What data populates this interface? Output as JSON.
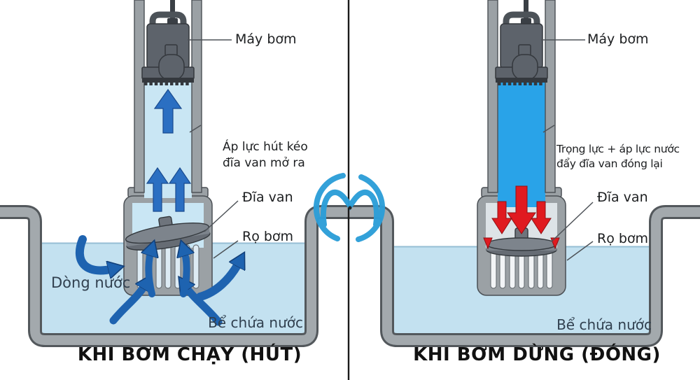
{
  "title": "Submersible pump check-valve operation diagram",
  "colors": {
    "water_light": "#c3e1f0",
    "pipe_water_running": "#c9e6f4",
    "pipe_water_stopped": "#29a3e8",
    "flow_arrow_blue": "#1e63b0",
    "pipe_arrow_blue": "#2b6fc2",
    "force_arrow_red": "#e01a20",
    "wall_gray": "#a3a9ad",
    "wall_outline": "#53585c",
    "pump_body_gray": "#5d636b",
    "valve_disc_gray": "#7d848c",
    "divider_black": "#1a1a1a",
    "logo_blue": "#2d9ed8",
    "label_text": "#1c1e20",
    "water_label_text": "#31404f"
  },
  "left": {
    "caption": "KHI BƠM CHẠY (HÚT)",
    "labels": {
      "pump": "Máy bơm",
      "note_line1": "Áp lực hút kéo",
      "note_line2": "đĩa van mở ra",
      "valve_disc": "Đĩa van",
      "strainer": "Rọ bơm",
      "flow": "Dòng nước",
      "tank": "Bể chứa nước"
    }
  },
  "right": {
    "caption": "KHI BƠM DỪNG (ĐÓNG)",
    "labels": {
      "pump": "Máy bơm",
      "note_line1": "Trọng lực + áp lực nước",
      "note_line2": "đẩy đĩa van đóng lại",
      "valve_disc": "Đĩa van",
      "strainer": "Rọ bơm",
      "tank": "Bể chứa nước"
    }
  },
  "watermark": {
    "name": "M watermark logo"
  }
}
